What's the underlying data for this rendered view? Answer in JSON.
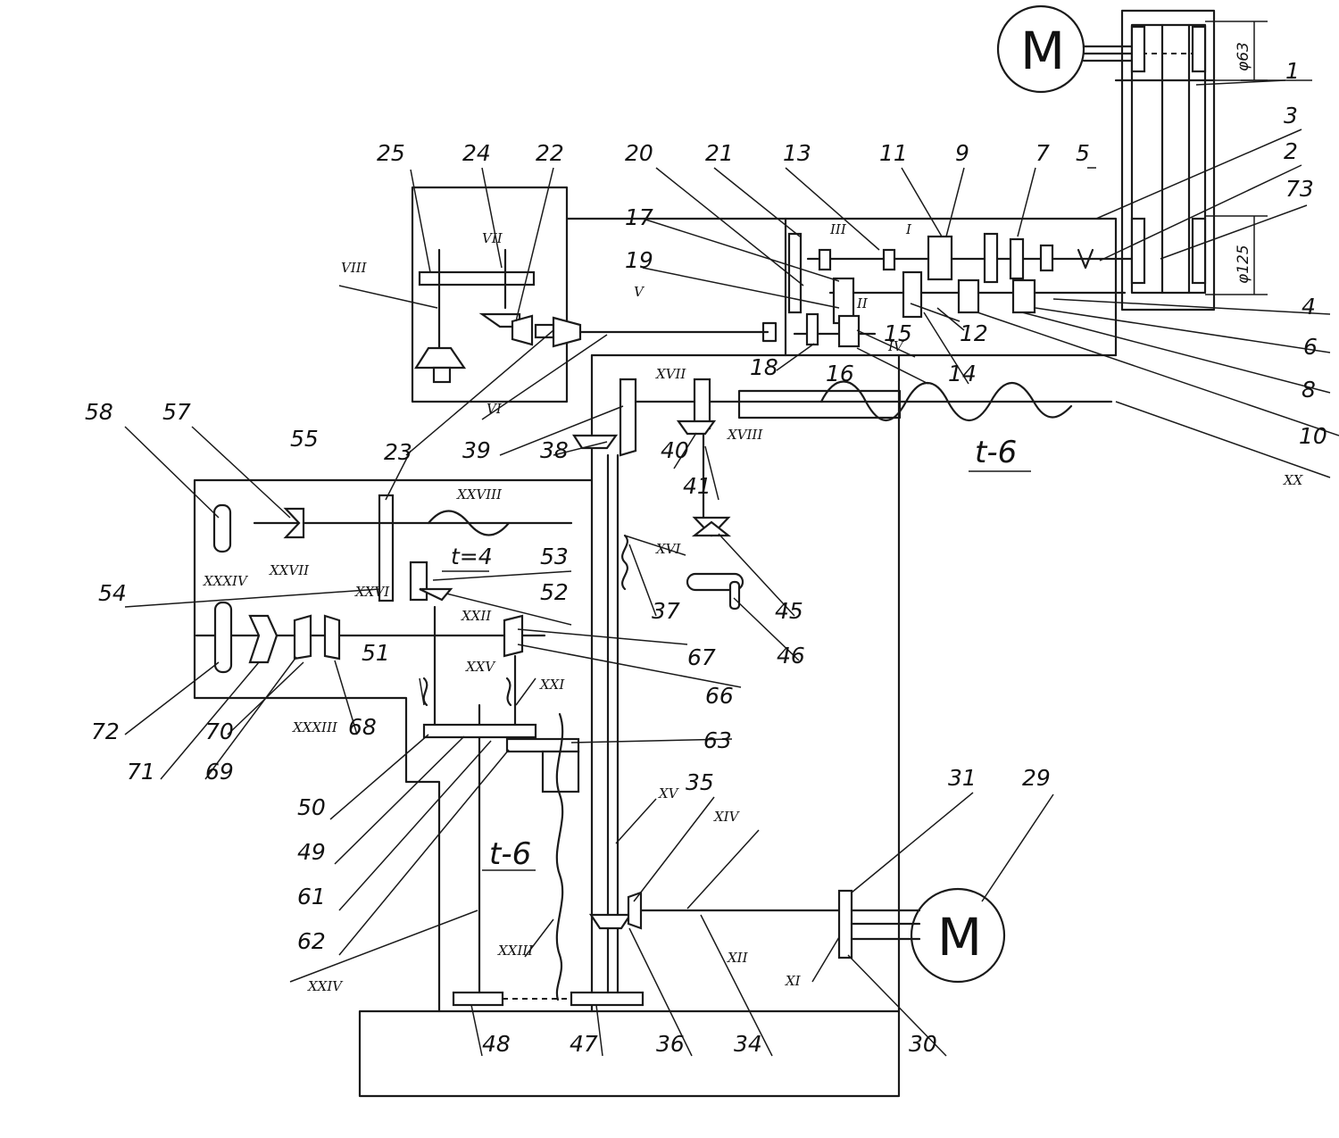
{
  "motors": {
    "main": "M",
    "feed": "M"
  },
  "dimensions": {
    "d63": "φ63",
    "d125": "φ125"
  },
  "pitch_labels": {
    "t6_top": "t-6",
    "t4": "t=4",
    "t6_bottom": "t-6"
  },
  "shafts": {
    "I": "I",
    "II": "II",
    "III": "III",
    "IV": "IV",
    "V": "V",
    "VI": "VI",
    "VII": "VII",
    "VIII": "VIII",
    "XI": "XI",
    "XII": "XII",
    "XIV": "XIV",
    "XV": "XV",
    "XVI": "XVI",
    "XVII": "XVII",
    "XVIII": "XVIII",
    "XX": "XX",
    "XXI": "XXI",
    "XXII": "XXII",
    "XXIII": "XXIII",
    "XXIV": "XXIV",
    "XXV": "XXV",
    "XXVI": "XXVI",
    "XXVII": "XXVII",
    "XXVIII": "XXVIII",
    "XXXIII": "XXXIII",
    "XXXIV": "XXXIV"
  },
  "parts": {
    "p1": "1",
    "p2": "2",
    "p3": "3",
    "p4": "4",
    "p5": "5",
    "p6": "6",
    "p7": "7",
    "p8": "8",
    "p9": "9",
    "p10": "10",
    "p11": "11",
    "p12": "12",
    "p13": "13",
    "p14": "14",
    "p15": "15",
    "p16": "16",
    "p17": "17",
    "p18": "18",
    "p19": "19",
    "p20": "20",
    "p21": "21",
    "p22": "22",
    "p23": "23",
    "p24": "24",
    "p25": "25",
    "p29": "29",
    "p30": "30",
    "p31": "31",
    "p34": "34",
    "p35": "35",
    "p36": "36",
    "p37": "37",
    "p38": "38",
    "p39": "39",
    "p40": "40",
    "p41": "41",
    "p45": "45",
    "p46": "46",
    "p47": "47",
    "p48": "48",
    "p49": "49",
    "p50": "50",
    "p51": "51",
    "p52": "52",
    "p53": "53",
    "p54": "54",
    "p55": "55",
    "p57": "57",
    "p58": "58",
    "p61": "61",
    "p62": "62",
    "p63": "63",
    "p66": "66",
    "p67": "67",
    "p68": "68",
    "p69": "69",
    "p70": "70",
    "p71": "71",
    "p72": "72",
    "p73": "73"
  }
}
